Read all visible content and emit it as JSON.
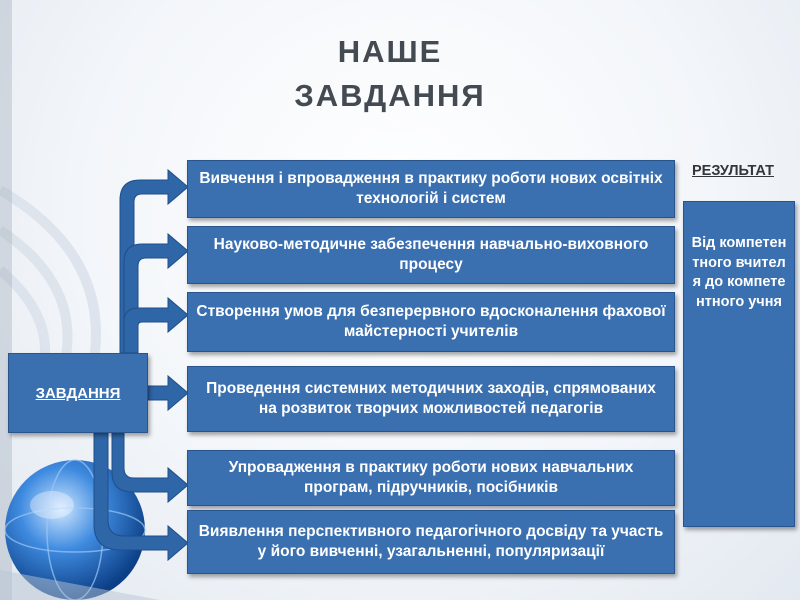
{
  "title_line1": "НАШЕ",
  "title_line2": "ЗАВДАННЯ",
  "main_label": "ЗАВДАННЯ",
  "tasks": [
    "Вивчення і  впровадження в практику роботи нових освітніх технологій  і систем",
    "Науково-методичне забезпечення навчально-виховного процесу",
    "Створення умов для безперервного вдосконалення фахової майстерності учителів",
    "Проведення системних методичних  заходів, спрямованих на розвиток творчих можливостей педагогів",
    "Упровадження в практику роботи нових навчальних програм, підручників, посібників",
    "Виявлення перспективного педагогічного досвіду та участь у його вивченні, узагальненні, популяризації"
  ],
  "result_label": "РЕЗУЛЬТАТ",
  "result_text": "Від компетентного вчителя до компетентного учня",
  "colors": {
    "box_fill": "#3a6fb0",
    "arrow_fill": "#2f66a8",
    "title": "#444a52"
  }
}
